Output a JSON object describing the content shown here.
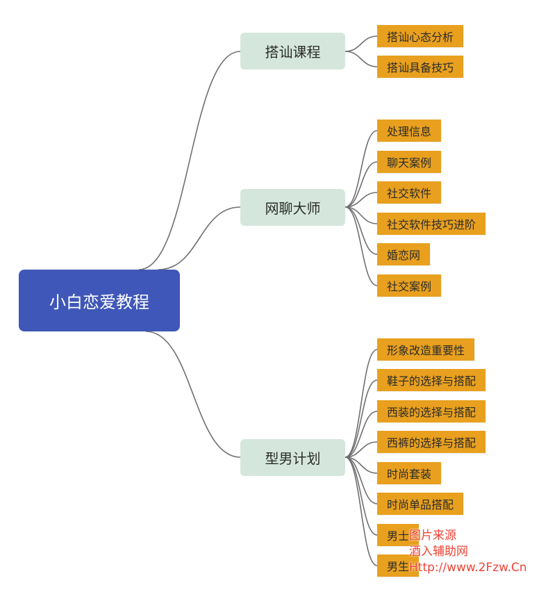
{
  "root": {
    "label": "小白恋爱教程"
  },
  "branches": [
    {
      "label": "搭讪课程",
      "children": [
        "搭讪心态分析",
        "搭讪具备技巧"
      ]
    },
    {
      "label": "网聊大师",
      "children": [
        "处理信息",
        "聊天案例",
        "社交软件",
        "社交软件技巧进阶",
        "婚恋网",
        "社交案例"
      ]
    },
    {
      "label": "型男计划",
      "children": [
        "形象改造重要性",
        "鞋子的选择与搭配",
        "西装的选择与搭配",
        "西裤的选择与搭配",
        "时尚套装",
        "时尚单品搭配",
        "男士",
        "男生"
      ]
    }
  ],
  "watermark": {
    "line1": "图片来源",
    "line2": "酒入辅助网",
    "line3": "Http://www.2Fzw.Cn"
  },
  "colors": {
    "root_bg": "#3f57b8",
    "branch_bg": "#d5e7dc",
    "leaf_bg": "#e8a01e",
    "connector": "#6f6f6f",
    "watermark": "#f0392b"
  }
}
